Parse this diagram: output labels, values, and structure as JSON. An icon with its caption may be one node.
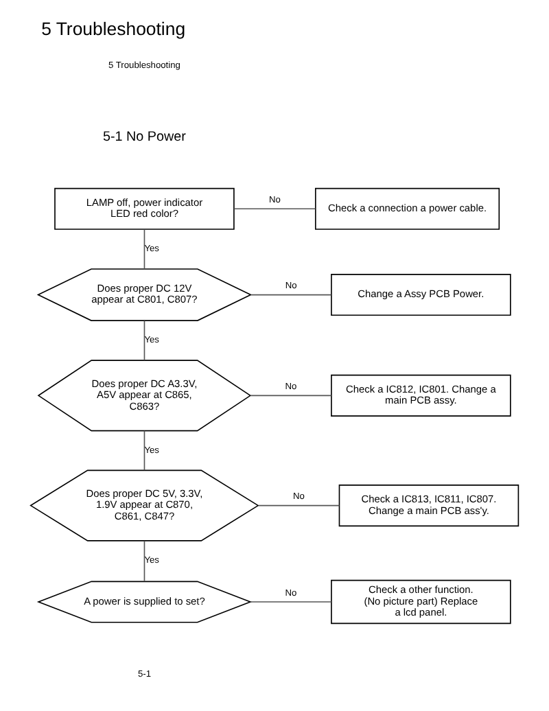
{
  "diagram": {
    "title": "5 Troubleshooting",
    "nodes": [
      {
        "text": [
          "LAMP off, power indicator LED red color?"
        ]
      },
      {
        "text": [
          "Check a connection a power cable."
        ]
      },
      {
        "text": [
          "Does proper DC 12V appear at C801, C807?"
        ]
      },
      {
        "text": [
          "Change a Assy PCB Power."
        ]
      },
      {
        "text": [
          "Does proper DC A3.3V, A5V appear at C865, C863?"
        ]
      },
      {
        "text": [
          "Check a IC812, IC801. Change a main PCB assy."
        ]
      },
      {
        "text": [
          "Does proper DC 5V, 3.3V, 1.9V appear at C870, C861, C847?"
        ]
      },
      {
        "text": [
          "Check a IC813, IC811, IC807. Change a main PCB ass'y."
        ]
      },
      {
        "text": [
          "A power is supplied to set?"
        ]
      },
      {
        "text": [
          "Check a other function. (No picture part) Replace a lcd panel."
        ]
      }
    ],
    "edges": [
      {
        "from": 0,
        "to": 1,
        "arrow": "none",
        "label": "No"
      },
      {
        "from": 0,
        "to": 2,
        "arrow": "none",
        "label": "Yes"
      },
      {
        "from": 2,
        "to": 3,
        "arrow": "none",
        "label": "No"
      },
      {
        "from": 2,
        "to": 4,
        "arrow": "none",
        "label": "Yes"
      },
      {
        "from": 4,
        "to": 5,
        "arrow": "none",
        "label": "No"
      },
      {
        "from": 4,
        "to": 6,
        "arrow": "none",
        "label": "Yes"
      },
      {
        "from": 6,
        "to": 7,
        "arrow": "none",
        "label": "No"
      },
      {
        "from": 6,
        "to": 8,
        "arrow": "none",
        "label": "Yes"
      },
      {
        "from": 8,
        "to": 9,
        "arrow": "none",
        "label": "No"
      }
    ],
    "labels": [
      "5 Troubleshooting",
      "5-1 No Power",
      "5-1"
    ]
  }
}
